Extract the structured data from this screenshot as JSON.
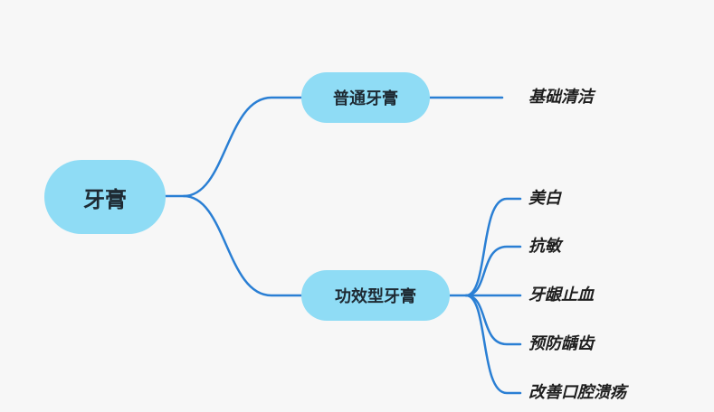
{
  "root": {
    "label": "牙膏"
  },
  "branches": [
    {
      "label": "普通牙膏",
      "leaves": [
        "基础清洁"
      ]
    },
    {
      "label": "功效型牙膏",
      "leaves": [
        "美白",
        "抗敏",
        "牙龈止血",
        "预防龋齿",
        "改善口腔溃疡"
      ]
    }
  ],
  "colors": {
    "node_fill": "#8fdcf5",
    "connector": "#2a7fd4",
    "background": "#f7f7f7"
  }
}
